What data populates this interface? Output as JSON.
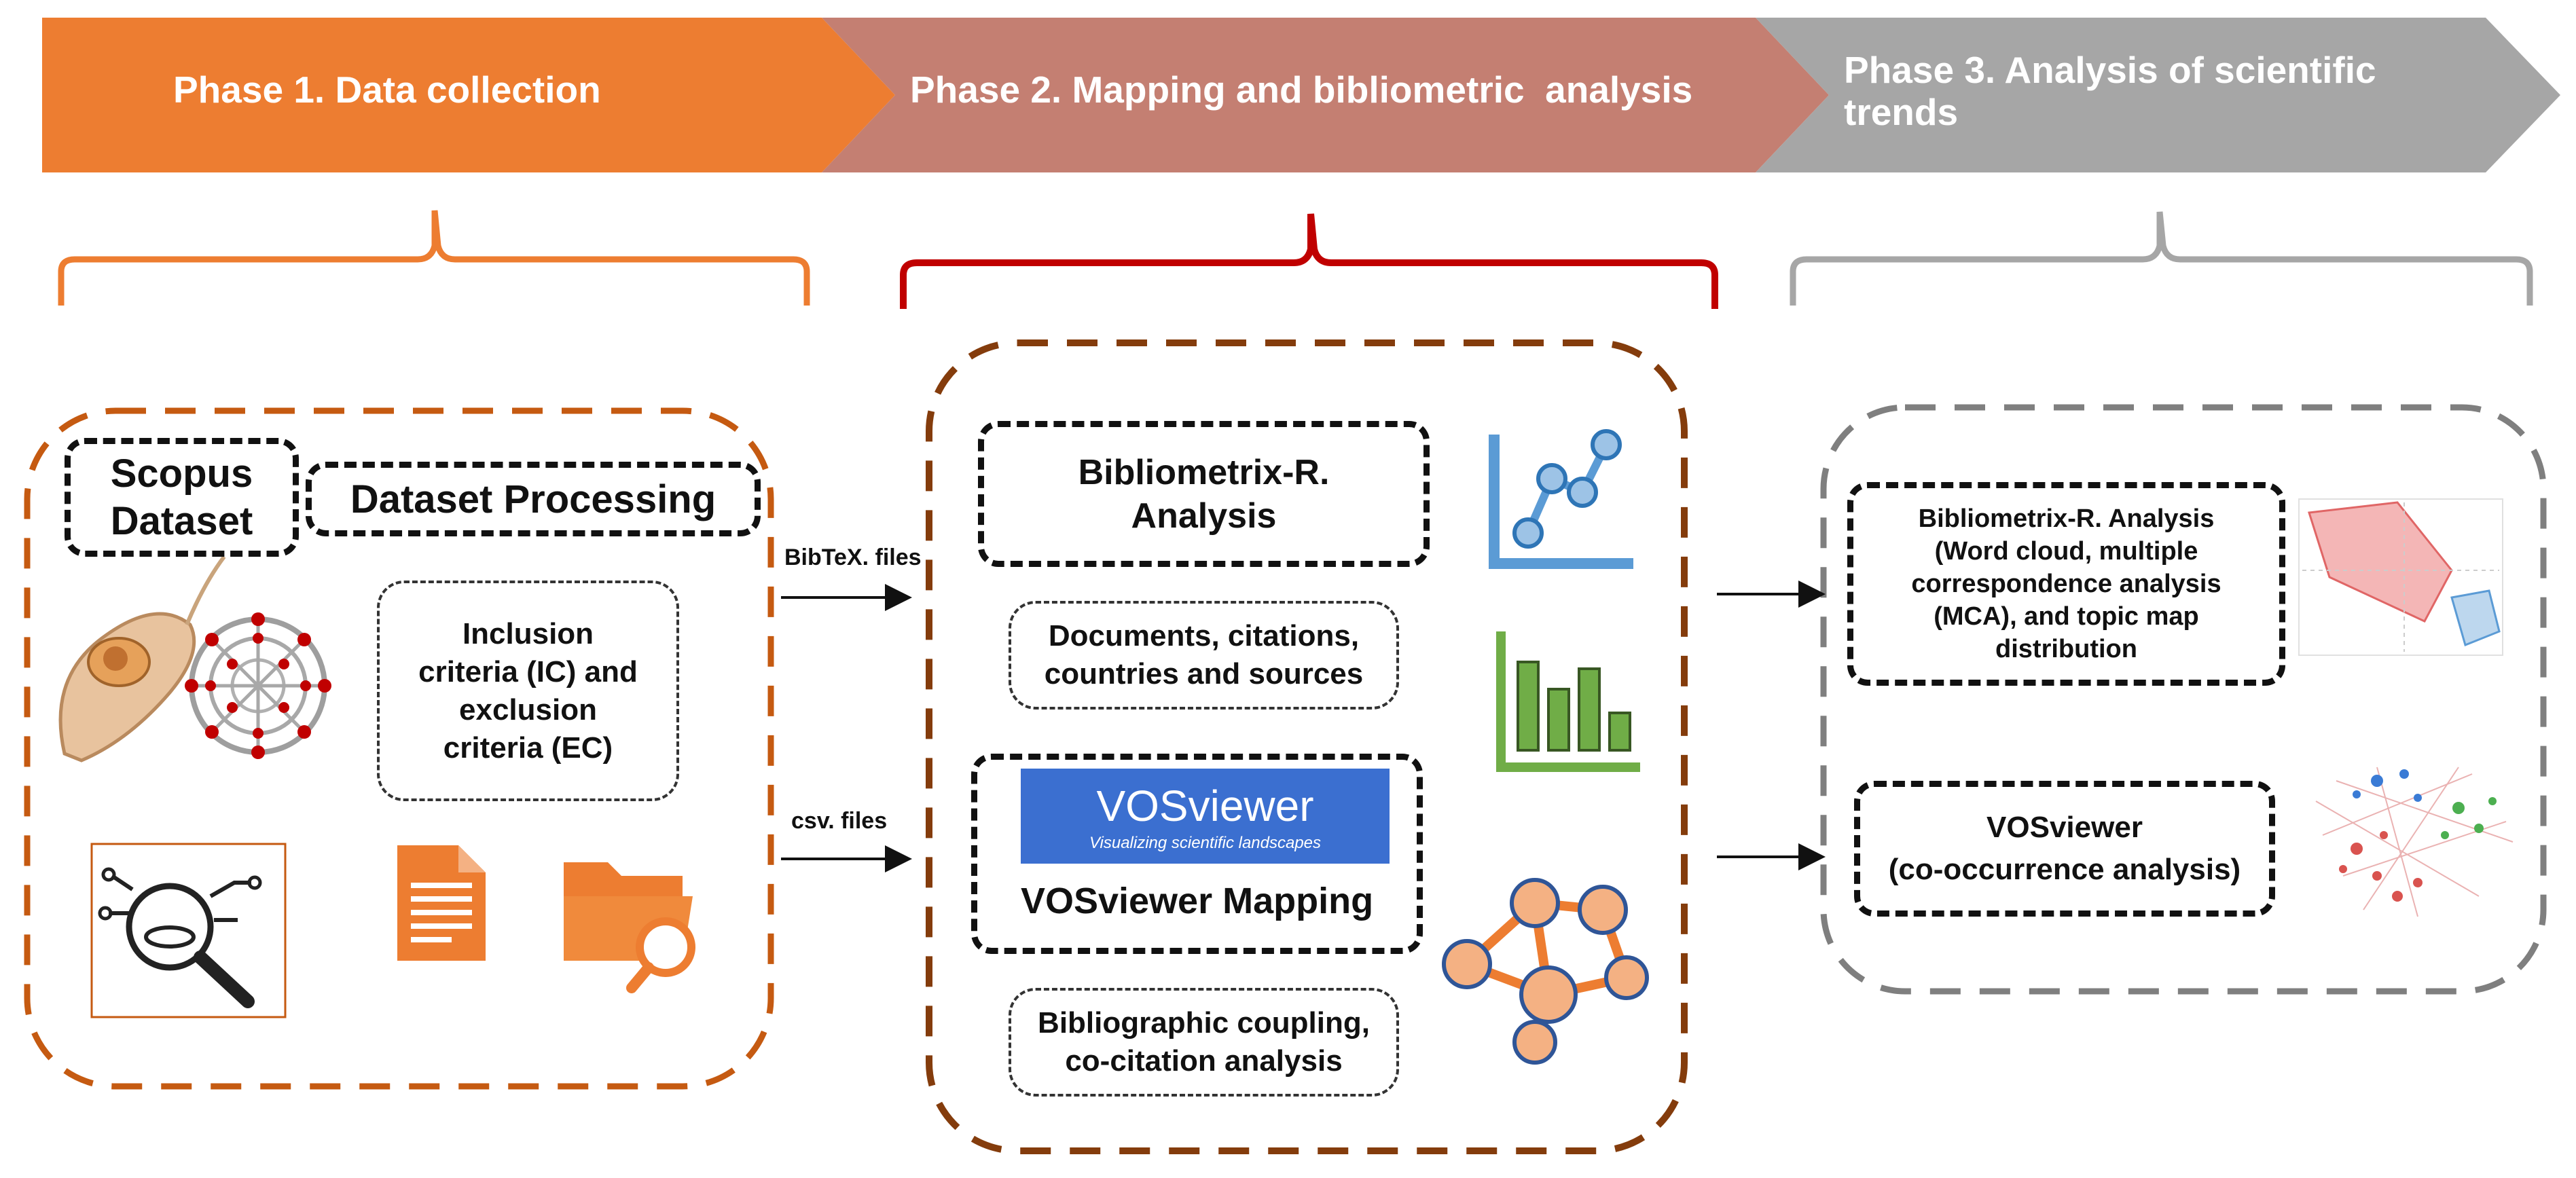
{
  "phases": [
    {
      "label": "Phase 1. Data collection",
      "color": "#ED7D31"
    },
    {
      "label": "Phase 2. Mapping and bibliometric  analysis",
      "color": "#C47F72"
    },
    {
      "label": "Phase 3. Analysis of scientific\ntrends",
      "color": "#A6A6A6"
    }
  ],
  "phase1": {
    "scopus": "Scopus\nDataset",
    "processing": "Dataset Processing",
    "criteria": "Inclusion\ncriteria (IC) and\nexclusion\ncriteria (EC)"
  },
  "arrows": {
    "bibtex": "BibTeX. files",
    "csv": "csv. files"
  },
  "phase2": {
    "biblio": "Bibliometrix-R.\nAnalysis",
    "docs": "Documents, citations,\ncountries and sources",
    "vos_logo": "VOSviewer",
    "vos_tagline": "Visualizing scientific landscapes",
    "vos_mapping": "VOSviewer Mapping",
    "coupling": "Bibliographic coupling,\nco-citation analysis"
  },
  "phase3": {
    "biblio": "Bibliometrix-R. Analysis\n(Word cloud, multiple\ncorrespondence analysis\n(MCA), and topic map\ndistribution",
    "vos": "VOSviewer\n(co-occurrence analysis)"
  },
  "colors": {
    "orange": "#ED7D31",
    "rose": "#C47F72",
    "gray": "#A6A6A6",
    "brown": "#843C0C",
    "red": "#C00000",
    "blue": "#5B9BD5",
    "green": "#70AD47",
    "vos_blue": "#3B6FD0"
  }
}
